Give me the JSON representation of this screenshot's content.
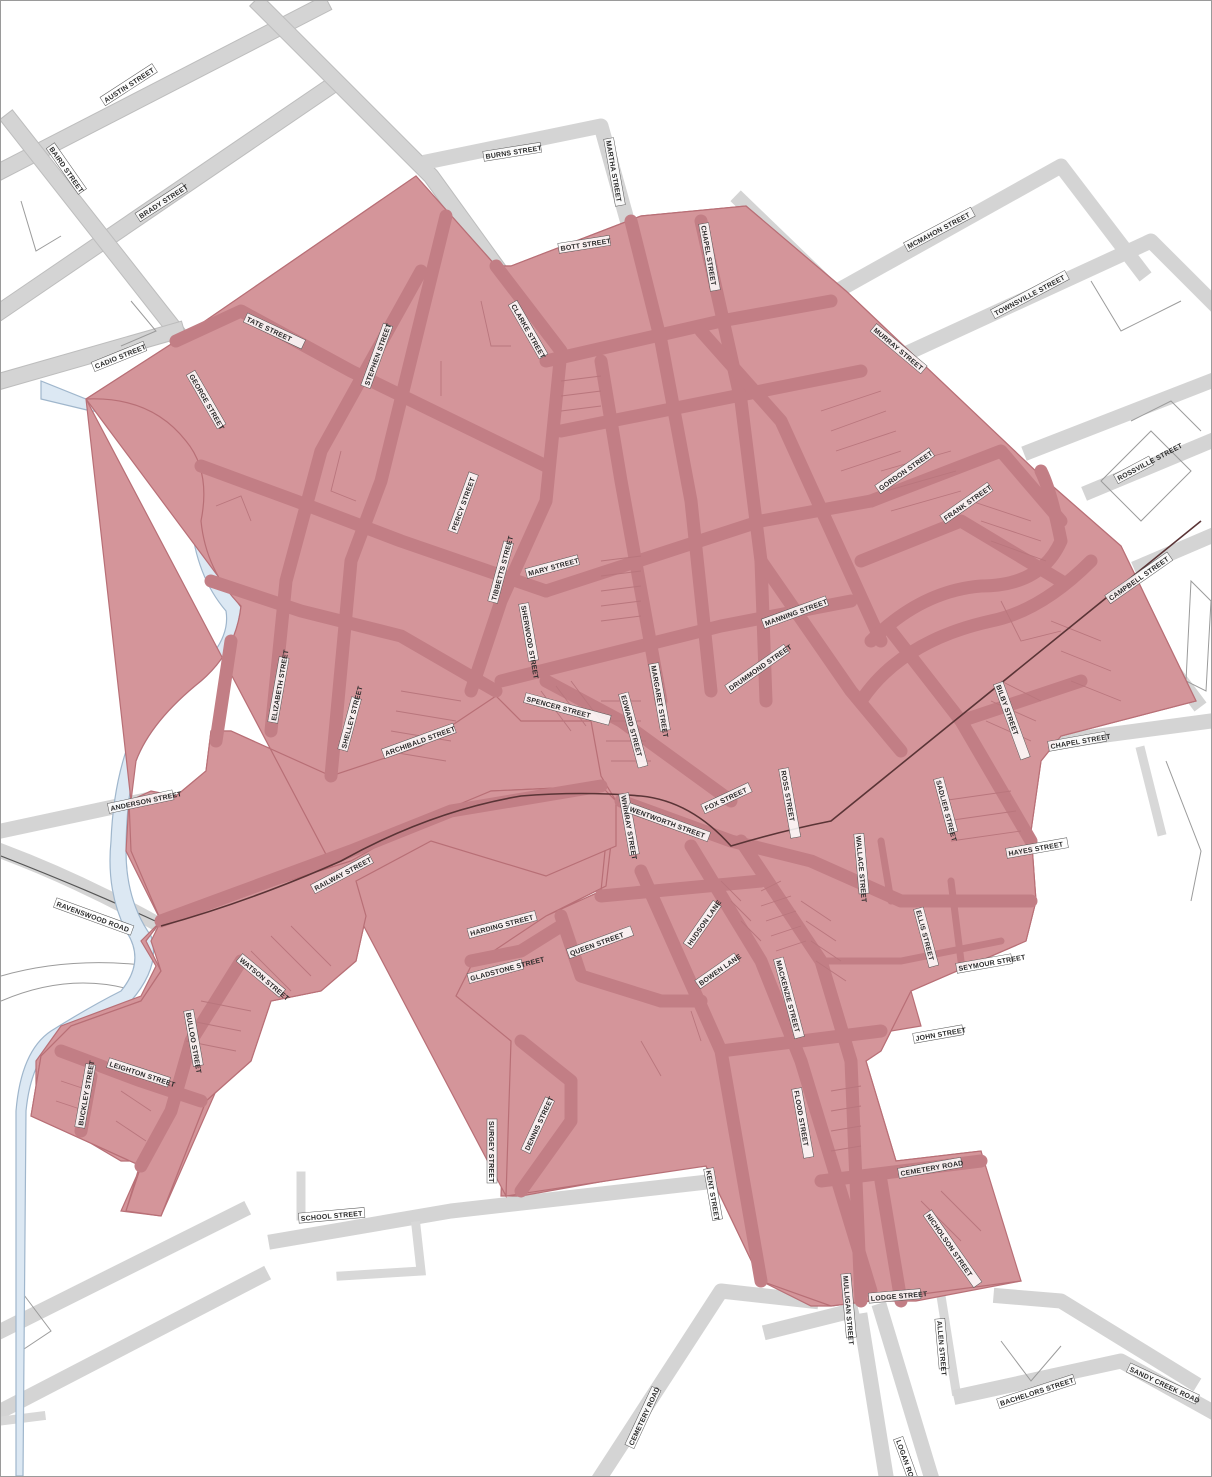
{
  "map": {
    "zone_color": "#d4959a",
    "road_color": "#d4d4d4",
    "water_color": "#dce8f3",
    "labels": {
      "austin": "AUSTIN STREET",
      "baird": "BAIRD STREET",
      "brady": "BRADY STREET",
      "cadio": "CADIO STREET",
      "burns": "BURNS STREET",
      "martha": "MARTHA STREET",
      "bott": "BOTT STREET",
      "chapel_top": "CHAPEL STREET",
      "mcmahon": "MCMAHON STREET",
      "townsville": "TOWNSVILLE STREET",
      "murray": "MURRAY STREET",
      "rossville": "ROSSVILLE STREET",
      "campbell": "CAMPBELL STREET",
      "gordon": "GORDON STREET",
      "frank": "FRANK STREET",
      "clarke": "CLARKE STREET",
      "tate": "TATE STREET",
      "stephen": "STEPHEN STREET",
      "george": "GEORGE STREET",
      "mary": "MARY STREET",
      "percy": "PERCY STREET",
      "tibbetts": "TIBBETTS STREET",
      "sherwood": "SHERWOOD STREET",
      "manning": "MANNING STREET",
      "drummond": "DRUMMOND STREET",
      "margaret": "MARGARET STREET",
      "edward": "EDWARD STREET",
      "archibald": "ARCHIBALD STREET",
      "spencer": "SPENCER STREET",
      "shelley": "SHELLEY STREET",
      "elizabeth": "ELIZABETH STREET",
      "bilby": "BILBY STREET",
      "chapel": "CHAPEL STREET",
      "ravenswood": "RAVENSWOOD ROAD",
      "railway": "RAILWAY STREET",
      "anderson": "ANDERSON STREET",
      "whinray": "WHINRAY STREET",
      "wentworth": "WENTWORTH STREET",
      "fox": "FOX STREET",
      "ross": "ROSS STREET",
      "wallace": "WALLACE STREET",
      "sadlier": "SADLIER STREET",
      "hayes": "HAYES STREET",
      "ellis": "ELLIS STREET",
      "seymour": "SEYMOUR STREET",
      "watson": "WATSON STREET",
      "bulloo": "BULLOO STREET",
      "leighton": "LEIGHTON STREET",
      "buckley": "BUCKLEY STREET",
      "harding": "HARDING STREET",
      "gladstone": "GLADSTONE STREET",
      "queen": "QUEEN STREET",
      "hudson": "HUDSON LANE",
      "bowen": "BOWEN LANE",
      "mackenzie": "MACKENZIE STREET",
      "flood": "FLOOD STREET",
      "john": "JOHN STREET",
      "school": "SCHOOL STREET",
      "surgey": "SURGEY STREET",
      "dennis": "DENNIS STREET",
      "kent": "KENT STREET",
      "cemetery": "CEMETERY ROAD",
      "nicholson": "NICHOLSON STREET",
      "lodge": "LODGE STREET",
      "mulligan": "MULLIGAN STREET",
      "allen": "ALLEN STREET",
      "sandy_creek": "SANDY CREEK ROAD",
      "bachelors": "BACHELORS STREET",
      "logan": "LOGAN ROAD",
      "cemetery_road_south": "CEMETERY ROAD"
    }
  }
}
